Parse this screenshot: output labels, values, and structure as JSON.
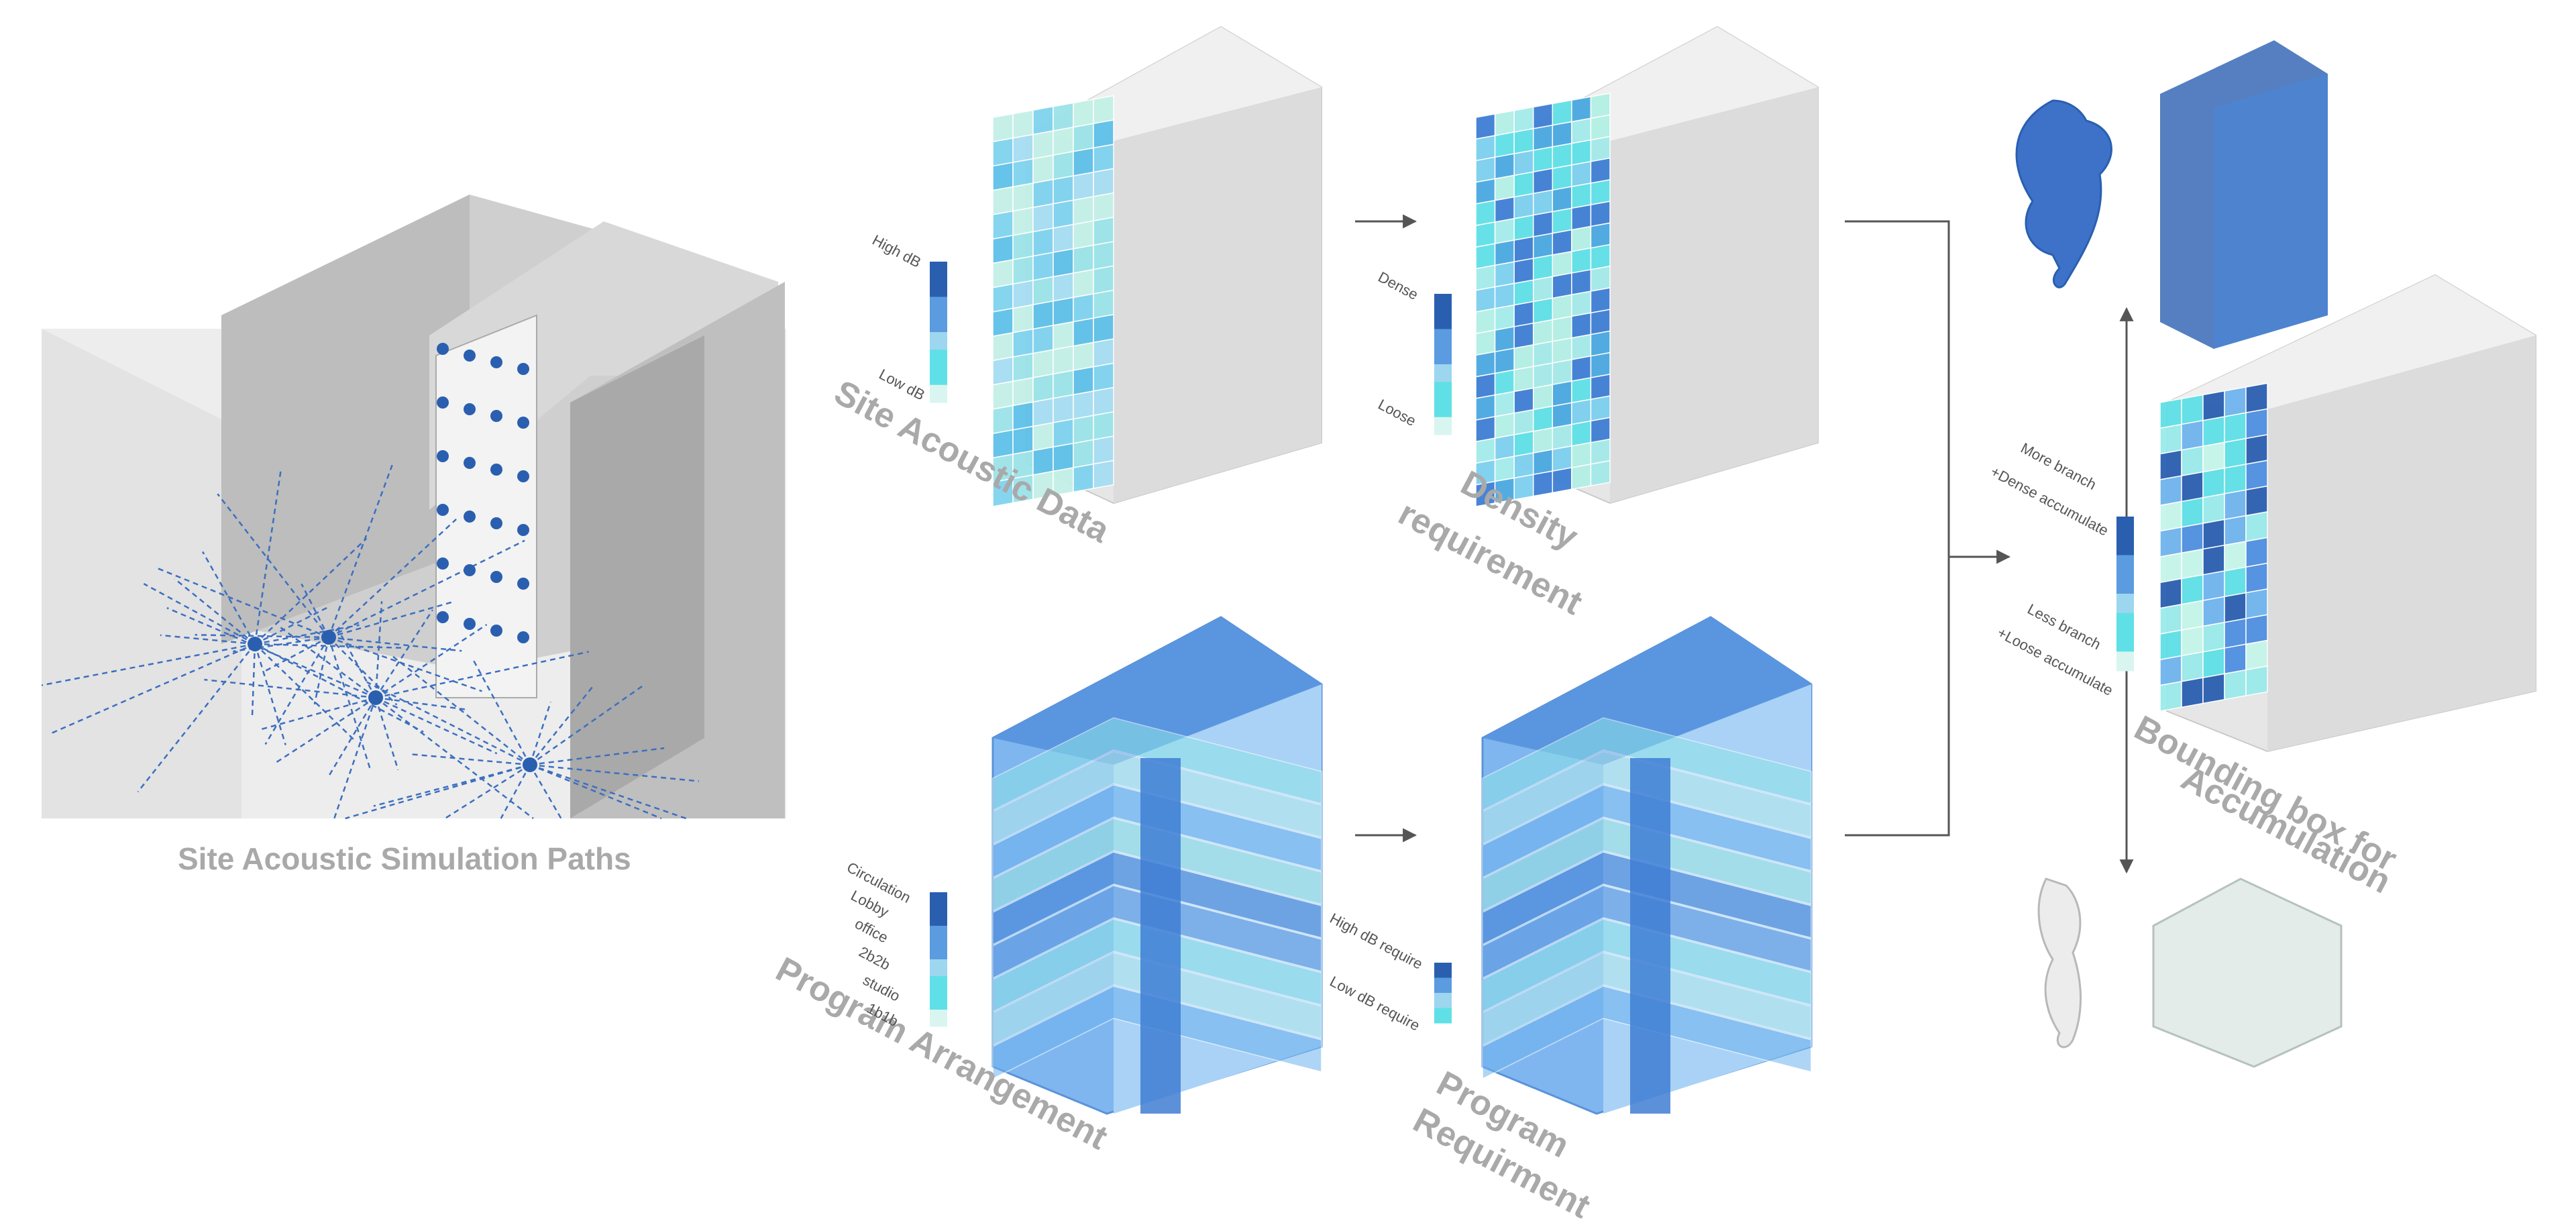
{
  "site_panel": {
    "caption": "Site Acoustic Simulation Paths"
  },
  "site_acoustic": {
    "title": "Site Acoustic Data",
    "legend_high": "High dB",
    "legend_low": "Low dB"
  },
  "density": {
    "title_line1": "Density",
    "title_line2": "requirement",
    "legend_high": "Dense",
    "legend_low": "Loose"
  },
  "program_arrangement": {
    "title": "Program Arrangement",
    "legend": [
      "Circulation",
      "Lobby",
      "office",
      "2b2b",
      "studio",
      "1b1b"
    ]
  },
  "program_requirement": {
    "title_line1": "Program",
    "title_line2": "Requirment",
    "legend_high": "High dB require",
    "legend_low": "Low dB require"
  },
  "accumulation": {
    "title_line1": "Bounding box for",
    "title_line2": "Accumulation",
    "legend_top_line1": "More branch",
    "legend_top_line2": "+Dense accumulate",
    "legend_bottom_line1": "Less branch",
    "legend_bottom_line2": "+Loose accumulate"
  },
  "colors": {
    "dark_blue": "#2a5fb0",
    "mid_blue": "#5b9be0",
    "light_blue": "#9dd6ef",
    "cyan": "#5fe0e6",
    "pale": "#d9f5f0",
    "grey_box": "#d8d8d8",
    "label_grey": "#a9a9a9"
  }
}
